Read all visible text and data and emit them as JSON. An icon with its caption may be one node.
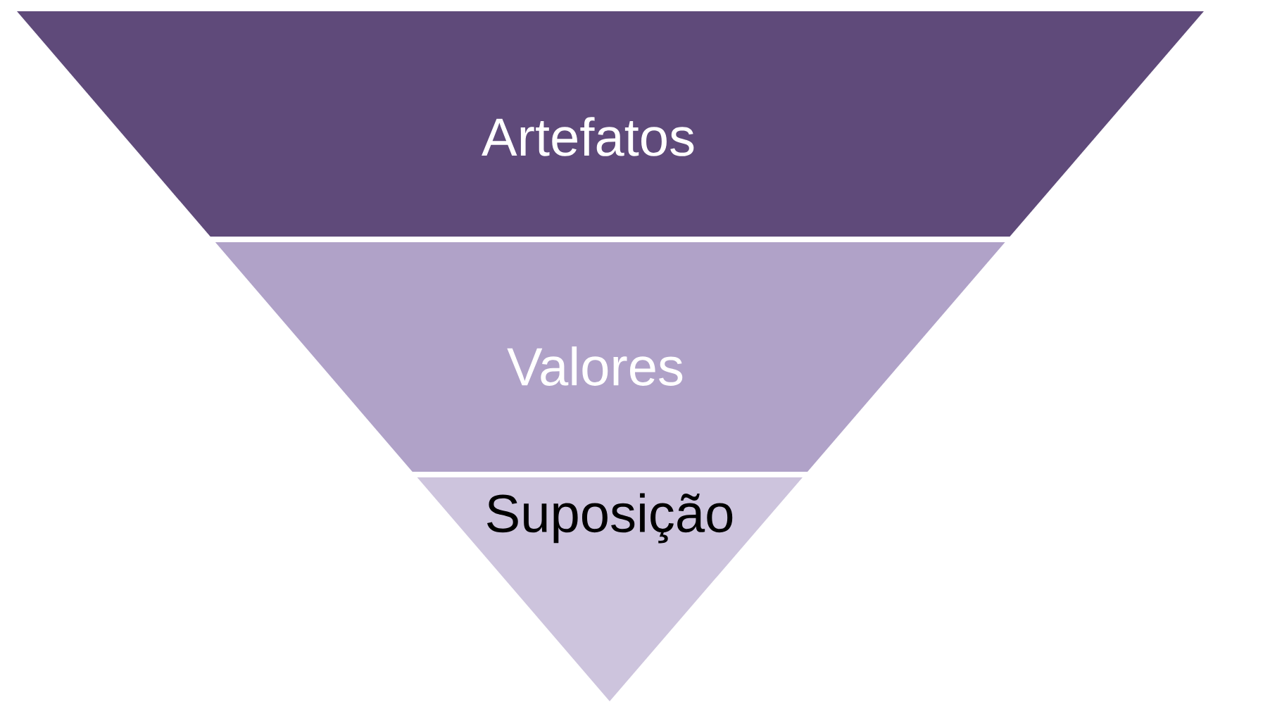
{
  "diagram": {
    "nodes": [
      {
        "text": [
          "Artefatos"
        ]
      },
      {
        "text": [
          "Valores"
        ]
      },
      {
        "text": [
          "Suposição"
        ]
      }
    ]
  }
}
